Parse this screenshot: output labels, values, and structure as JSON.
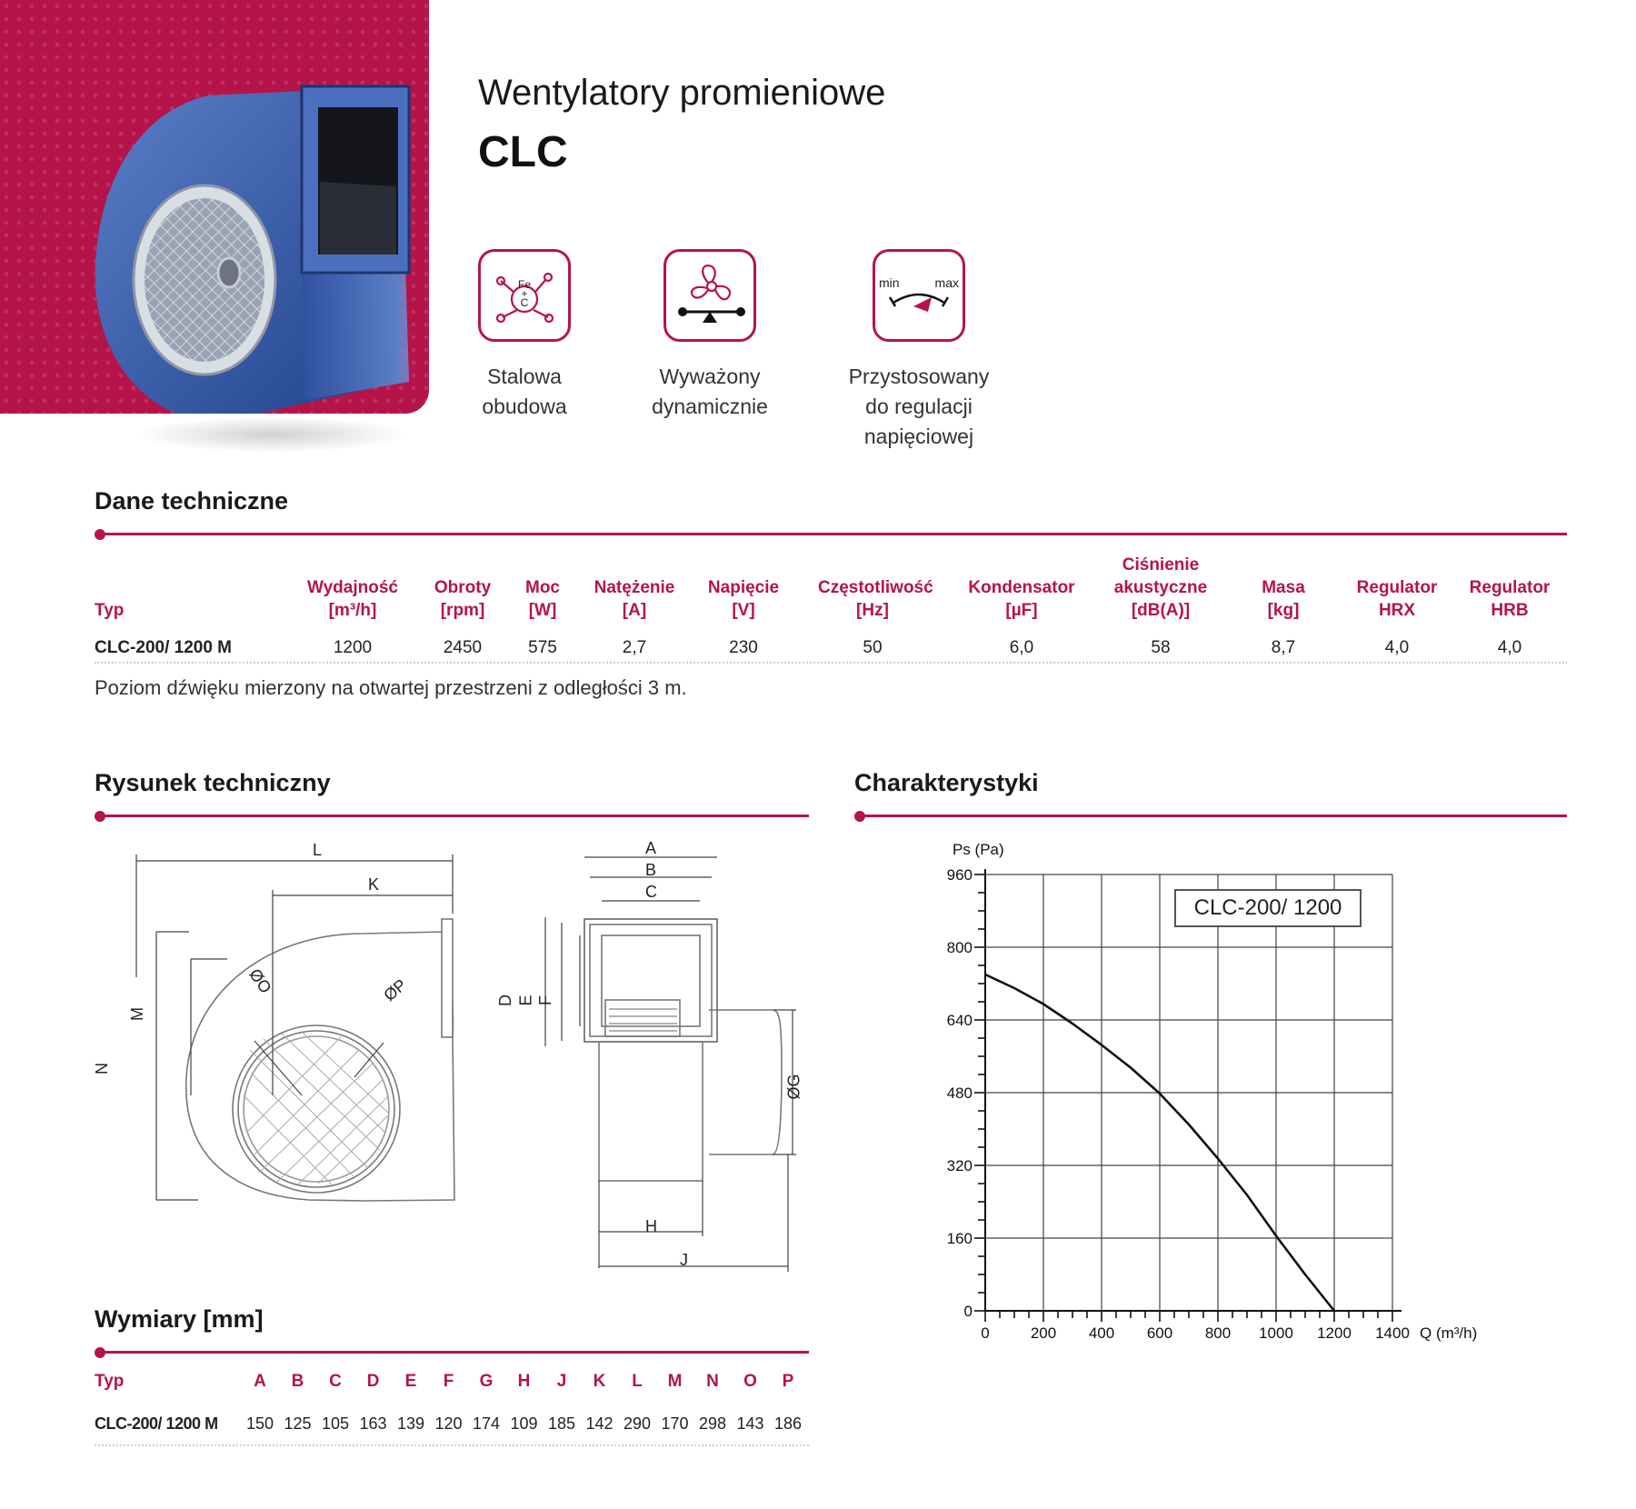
{
  "header": {
    "subtitle": "Wentylatory promieniowe",
    "title": "CLC"
  },
  "features": [
    {
      "icon": "steel-housing-icon",
      "label_lines": [
        "Stalowa",
        "obudowa"
      ],
      "icon_text": [
        "Fe",
        "+",
        "C"
      ]
    },
    {
      "icon": "balanced-fan-icon",
      "label_lines": [
        "Wyważony",
        "dynamicznie"
      ]
    },
    {
      "icon": "voltage-regulation-icon",
      "label_lines": [
        "Przystosowany",
        "do regulacji",
        "napięciowej"
      ],
      "icon_text": [
        "min",
        "max"
      ]
    }
  ],
  "tech": {
    "title": "Dane techniczne",
    "columns": [
      {
        "lines": [
          "Typ"
        ]
      },
      {
        "lines": [
          "Wydajność",
          "[m³/h]"
        ]
      },
      {
        "lines": [
          "Obroty",
          "[rpm]"
        ]
      },
      {
        "lines": [
          "Moc",
          "[W]"
        ]
      },
      {
        "lines": [
          "Natężenie",
          "[A]"
        ]
      },
      {
        "lines": [
          "Napięcie",
          "[V]"
        ]
      },
      {
        "lines": [
          "Częstotliwość",
          "[Hz]"
        ]
      },
      {
        "lines": [
          "Kondensator",
          "[µF]"
        ]
      },
      {
        "lines": [
          "Ciśnienie",
          "akustyczne",
          "[dB(A)]"
        ]
      },
      {
        "lines": [
          "Masa",
          "[kg]"
        ]
      },
      {
        "lines": [
          "Regulator",
          "HRX"
        ]
      },
      {
        "lines": [
          "Regulator",
          "HRB"
        ]
      }
    ],
    "row": [
      "CLC-200/ 1200 M",
      "1200",
      "2450",
      "575",
      "2,7",
      "230",
      "50",
      "6,0",
      "58",
      "8,7",
      "4,0",
      "4,0"
    ],
    "note": "Poziom dźwięku mierzony na otwartej przestrzeni z odległości 3 m."
  },
  "drawing": {
    "title": "Rysunek techniczny",
    "labels": [
      "L",
      "K",
      "M",
      "N",
      "ØO",
      "ØP",
      "A",
      "B",
      "C",
      "D",
      "E",
      "F",
      "ØG",
      "H",
      "J"
    ]
  },
  "dims": {
    "title": "Wymiary [mm]",
    "headers": [
      "Typ",
      "A",
      "B",
      "C",
      "D",
      "E",
      "F",
      "G",
      "H",
      "J",
      "K",
      "L",
      "M",
      "N",
      "O",
      "P"
    ],
    "row": [
      "CLC-200/ 1200 M",
      "150",
      "125",
      "105",
      "163",
      "139",
      "120",
      "174",
      "109",
      "185",
      "142",
      "290",
      "170",
      "298",
      "143",
      "186"
    ]
  },
  "charakterystyki": {
    "title": "Charakterystyki"
  },
  "chart_data": {
    "type": "line",
    "legend": "CLC-200/ 1200",
    "xlabel": "Q (m³/h)",
    "ylabel": "Ps (Pa)",
    "xlim": [
      0,
      1400
    ],
    "ylim": [
      0,
      960
    ],
    "xticks": [
      0,
      200,
      400,
      600,
      800,
      1000,
      1200,
      1400
    ],
    "yticks": [
      0,
      160,
      320,
      480,
      640,
      800,
      960
    ],
    "grid": true,
    "series": [
      {
        "name": "CLC-200/ 1200",
        "x": [
          0,
          100,
          200,
          300,
          400,
          500,
          600,
          700,
          800,
          900,
          1000,
          1100,
          1200
        ],
        "y": [
          740,
          710,
          675,
          632,
          585,
          535,
          478,
          410,
          335,
          255,
          165,
          80,
          0
        ]
      }
    ],
    "color": "#111111"
  }
}
